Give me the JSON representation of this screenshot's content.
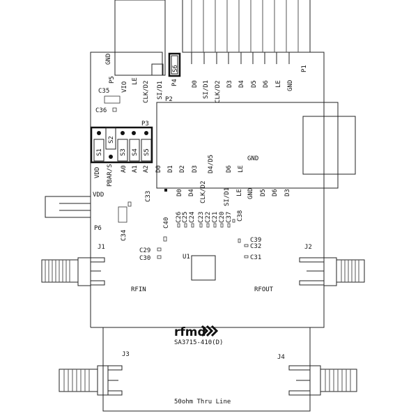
{
  "board": {
    "p5": {
      "gnd": "GND",
      "label": "P5",
      "pins": [
        "VIO",
        "LE",
        "CLK/D2",
        "SI/D1"
      ]
    },
    "p4": {
      "label": "P4",
      "switch": "S6"
    },
    "p1": {
      "label": "P1",
      "pins": [
        "D0",
        "SI/D1",
        "CLK/D2",
        "D3",
        "D4",
        "D5",
        "D6",
        "LE",
        "GND"
      ]
    },
    "caps_top": [
      "C35",
      "C36"
    ],
    "p2": {
      "label": "P2",
      "gnd": "GND"
    },
    "p3": {
      "label": "P3",
      "switches": [
        "S1",
        "S2",
        "S3",
        "S4",
        "S5"
      ],
      "pins": [
        "VDD",
        "PBAR/S",
        "A0",
        "A1",
        "A2",
        "D0",
        "D1",
        "D2",
        "D3",
        "D4/D5",
        "D6",
        "LE"
      ]
    },
    "vdd": "VDD",
    "p6": "P6",
    "caps_mid": [
      "C33",
      "C34",
      "C40"
    ],
    "p2_bottom_pins": [
      "D0",
      "D4",
      "CLK/D2",
      "SI/D1",
      "LE",
      "GND",
      "D5",
      "D6",
      "D3"
    ],
    "cap_row": [
      "C26",
      "C25",
      "C24",
      "C23",
      "C22",
      "C21",
      "C20",
      "C37",
      "C38"
    ],
    "j1": "J1",
    "j2": "J2",
    "j3": "J3",
    "j4": "J4",
    "caps_u1": [
      "C29",
      "C30",
      "C39",
      "C32",
      "C31"
    ],
    "u1": "U1",
    "rfin": "RFIN",
    "rfout": "RFOUT",
    "logo": "rfmd",
    "part_number": "SA3715-410(D)",
    "thru_line": "50ohm Thru Line"
  }
}
